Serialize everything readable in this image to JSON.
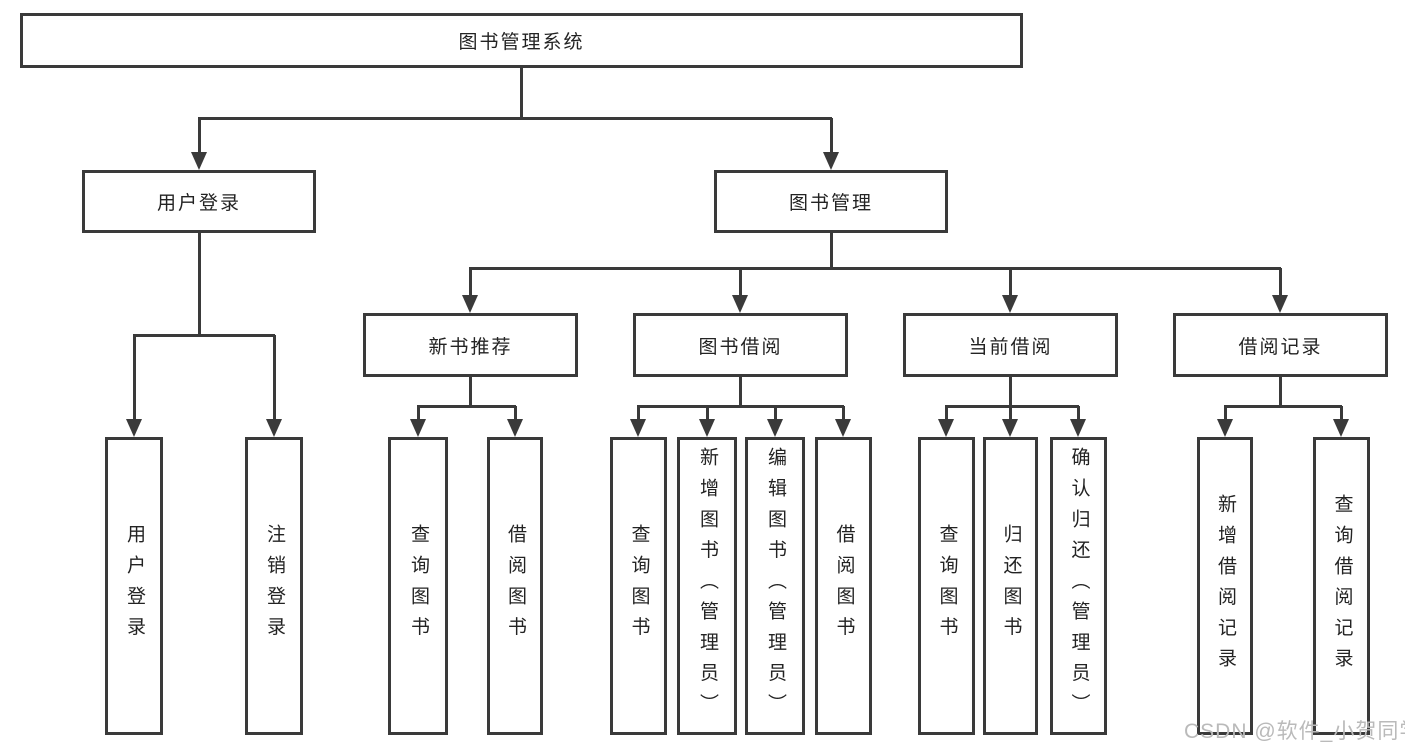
{
  "tree": {
    "root": {
      "label": "图书管理系统"
    },
    "branches": [
      {
        "label": "用户登录",
        "children": [
          {
            "label": "用户登录"
          },
          {
            "label": "注销登录"
          }
        ]
      },
      {
        "label": "图书管理",
        "children": [
          {
            "label": "新书推荐",
            "children": [
              {
                "label": "查询图书"
              },
              {
                "label": "借阅图书"
              }
            ]
          },
          {
            "label": "图书借阅",
            "children": [
              {
                "label": "查询图书"
              },
              {
                "label": "新增图书（管理员）"
              },
              {
                "label": "编辑图书（管理员）"
              },
              {
                "label": "借阅图书"
              }
            ]
          },
          {
            "label": "当前借阅",
            "children": [
              {
                "label": "查询图书"
              },
              {
                "label": "归还图书"
              },
              {
                "label": "确认归还（管理员）"
              }
            ]
          },
          {
            "label": "借阅记录",
            "children": [
              {
                "label": "新增借阅记录"
              },
              {
                "label": "查询借阅记录"
              }
            ]
          }
        ]
      }
    ]
  },
  "watermark": {
    "text": "CSDN @软件_小贺同学"
  },
  "colors": {
    "line": "#3a3a3a",
    "text": "#232323",
    "box_background": "#ffffff",
    "watermark": "#bababa"
  }
}
